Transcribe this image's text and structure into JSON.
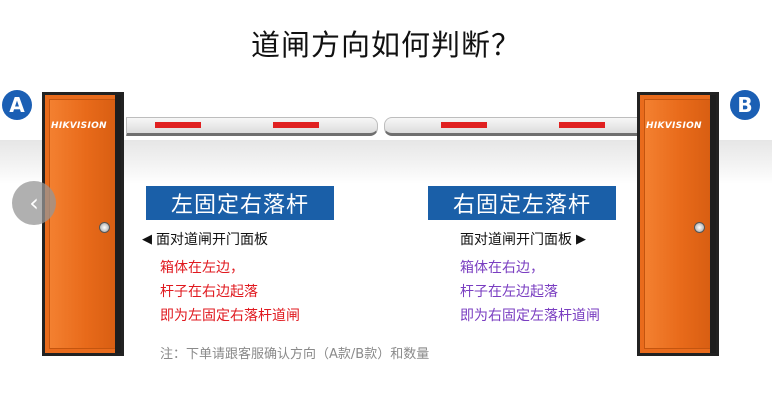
{
  "title": "道闸方向如何判断？",
  "badges": {
    "a": "A",
    "b": "B"
  },
  "brand": "HIKVISION",
  "left": {
    "label": "左固定右落杆",
    "direction": "面对道闸开门面板",
    "lines": [
      "箱体在左边，",
      "杆子在右边起落",
      "即为左固定右落杆道闸"
    ]
  },
  "right": {
    "label": "右固定左落杆",
    "direction": "面对道闸开门面板",
    "lines": [
      "箱体在右边，",
      "杆子在左边起落",
      "即为右固定左落杆道闸"
    ]
  },
  "arrows": {
    "left": "◀",
    "right": "▶",
    "nav": "‹"
  },
  "note": "注：下单请跟客服确认方向（A款/B款）和数量",
  "colors": {
    "cabinet": "#e96b1c",
    "label_bg": "#1a5fa8",
    "red_text": "#e0191f",
    "purple_text": "#7a3ec1",
    "badge": "#1b5fb4"
  }
}
